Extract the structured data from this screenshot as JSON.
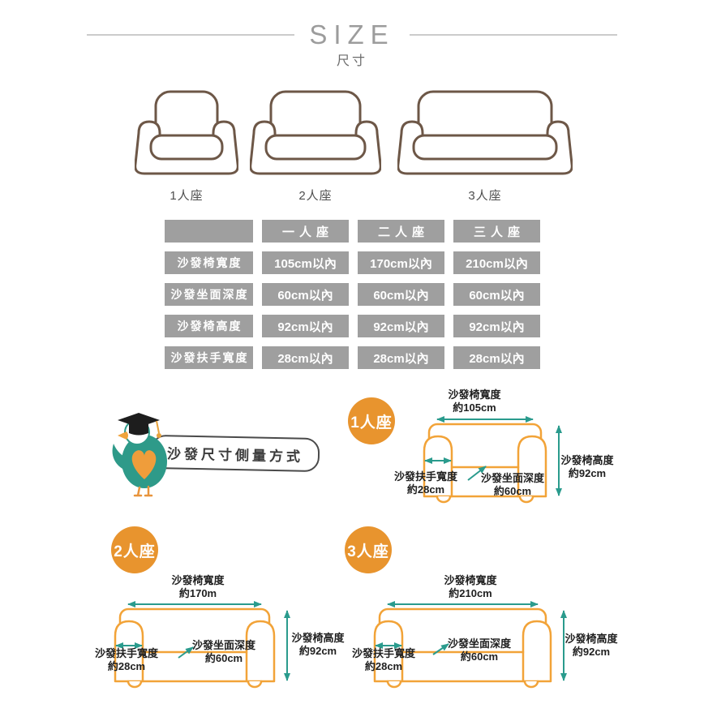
{
  "header": {
    "title_en": "SIZE",
    "title_zh": "尺寸"
  },
  "overview": {
    "sofas": [
      {
        "label": "1人座"
      },
      {
        "label": "2人座"
      },
      {
        "label": "3人座"
      }
    ]
  },
  "size_table": {
    "columns": [
      "",
      "一人座",
      "二人座",
      "三人座"
    ],
    "rows": [
      {
        "label": "沙發椅寬度",
        "values": [
          "105cm以內",
          "170cm以內",
          "210cm以內"
        ]
      },
      {
        "label": "沙發坐面深度",
        "values": [
          "60cm以內",
          "60cm以內",
          "60cm以內"
        ]
      },
      {
        "label": "沙發椅高度",
        "values": [
          "92cm以內",
          "92cm以內",
          "92cm以內"
        ]
      },
      {
        "label": "沙發扶手寬度",
        "values": [
          "28cm以內",
          "28cm以內",
          "28cm以內"
        ]
      }
    ]
  },
  "measure_intro": {
    "ribbon_text": "沙發尺寸側量方式",
    "mascot": "graduate-bird-mascot"
  },
  "diagrams": [
    {
      "badge": "1人座",
      "width_label": "沙發椅寬度",
      "width_value": "約105cm",
      "height_label": "沙發椅高度",
      "height_value": "約92cm",
      "arm_label": "沙發扶手寬度",
      "arm_value": "約28cm",
      "depth_label": "沙發坐面深度",
      "depth_value": "約60cm"
    },
    {
      "badge": "2人座",
      "width_label": "沙發椅寬度",
      "width_value": "約170m",
      "height_label": "沙發椅高度",
      "height_value": "約92cm",
      "arm_label": "沙發扶手寬度",
      "arm_value": "約28cm",
      "depth_label": "沙發坐面深度",
      "depth_value": "約60cm"
    },
    {
      "badge": "3人座",
      "width_label": "沙發椅寬度",
      "width_value": "約210cm",
      "height_label": "沙發椅高度",
      "height_value": "約92cm",
      "arm_label": "沙發扶手寬度",
      "arm_value": "約28cm",
      "depth_label": "沙發坐面深度",
      "depth_value": "約60cm"
    }
  ],
  "colors": {
    "accent_orange": "#E8942E",
    "diagram_line_orange": "#F2A338",
    "sofa_line_brown": "#6D5747",
    "arrow_teal": "#2A9B8D",
    "table_gray": "#9F9F9F"
  }
}
